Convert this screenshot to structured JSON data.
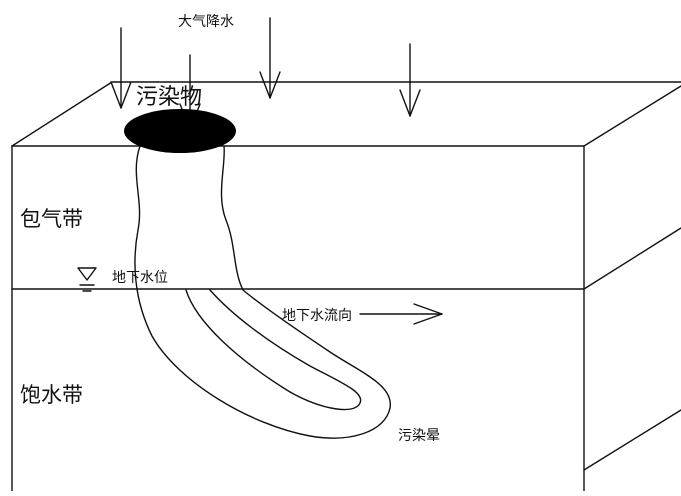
{
  "labels": {
    "precipitation": "大气降水",
    "pollutant": "污染物",
    "vadose_zone": "包气带",
    "water_table": "地下水位",
    "flow_direction": "地下水流向",
    "saturated_zone": "饱水带",
    "plume": "污染晕"
  },
  "colors": {
    "line": "#111111",
    "pollutant_source": "#000000",
    "background": "#ffffff"
  },
  "icons": {
    "water_table_symbol": "inverted-triangle",
    "rain_arrow": "arrow-down",
    "flow_arrow": "arrow-right"
  }
}
